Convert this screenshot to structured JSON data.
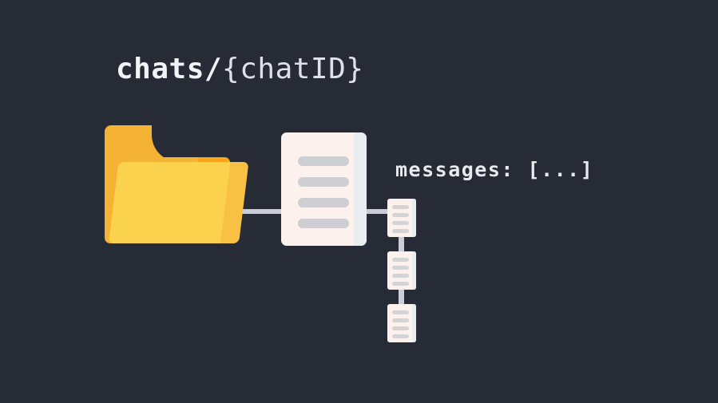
{
  "background_color": "#272b35",
  "title": {
    "full_text": "chats/{chatID}",
    "collection_segment": "chats/",
    "document_segment": "{chatID}",
    "color": "#edeef2"
  },
  "messages_field": {
    "label": "messages: [...]",
    "color": "#e9eaee"
  },
  "icons": {
    "folder": {
      "name": "folder-icon",
      "colors": {
        "tab": "#f5b335",
        "accent": "#f9a51a",
        "front": "#fad24d",
        "front_shade": "#f9c143"
      }
    },
    "document": {
      "name": "document-icon",
      "colors": {
        "body": "#fdf1ee",
        "edge": "#e9edf0",
        "line": "#cdcfd3"
      },
      "line_count": 4
    },
    "message_cards": {
      "name": "message-card-icon",
      "count": 3,
      "line_count": 4,
      "colors": {
        "body": "#fdf1ee",
        "edge": "#e9edf0",
        "line": "#d3d4d8"
      }
    },
    "connector": {
      "name": "connector-line",
      "color": "#cacdd4"
    }
  }
}
